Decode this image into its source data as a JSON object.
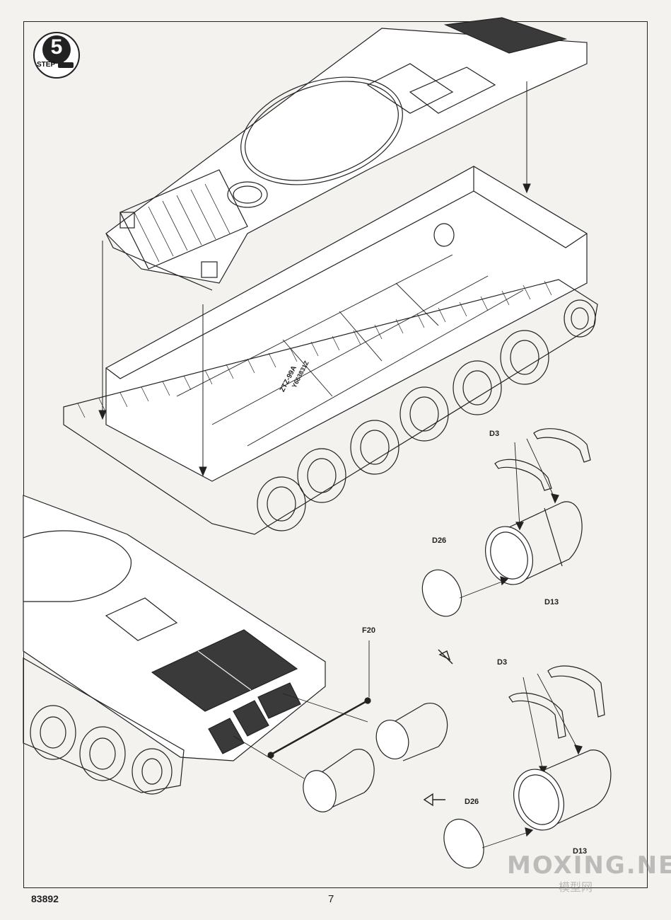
{
  "step": {
    "number": "5",
    "word": "STEP"
  },
  "labels": {
    "d3_top": "D3",
    "d26_top": "D26",
    "d13_top": "D13",
    "f20": "F20",
    "d3_bottom": "D3",
    "d26_bottom": "D26",
    "d13_bottom": "D13"
  },
  "hull_markings": [
    "ZTZ-99A",
    "Y663831Z"
  ],
  "footer": {
    "product_code": "83892",
    "page_number": "7"
  },
  "watermark": {
    "main": "MOXING.NET",
    "sub": "模型网"
  },
  "colors": {
    "line": "#222222",
    "paper": "#f4f2ef",
    "grille": "#3a3a3a"
  }
}
